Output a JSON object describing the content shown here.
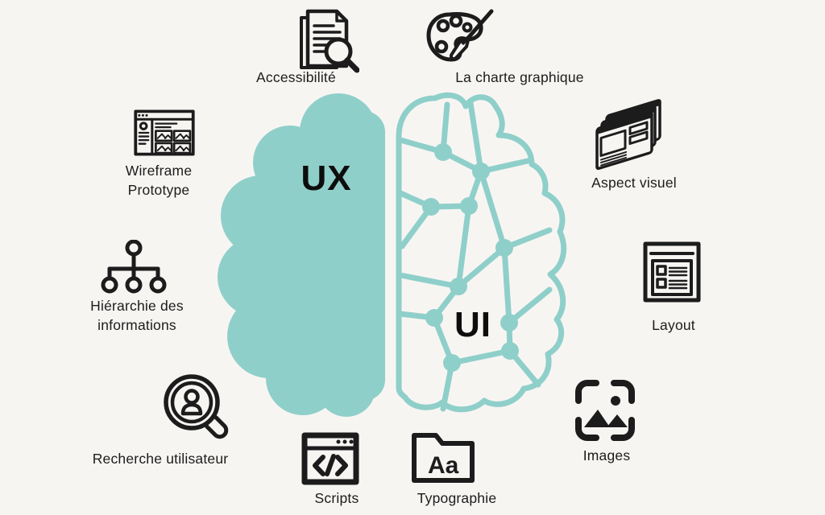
{
  "page": {
    "background": "#f7f5f2",
    "teal": "#8fcfca",
    "ink": "#1c1c1c"
  },
  "brain": {
    "left_label": "UX",
    "right_label": "UI",
    "left_icon": "brain-left-solid-half",
    "right_icon": "brain-right-network-half"
  },
  "items": [
    {
      "id": "accessibilite",
      "label": "Accessibilité",
      "icon": "document-magnifier-icon"
    },
    {
      "id": "charte",
      "label": "La charte graphique",
      "icon": "palette-brush-icon"
    },
    {
      "id": "wireframe",
      "label": "Wireframe",
      "label2": "Prototype",
      "icon": "browser-wireframe-icon"
    },
    {
      "id": "aspect",
      "label": "Aspect visuel",
      "icon": "stacked-cards-icon"
    },
    {
      "id": "hierarchie",
      "label": "Hiérarchie des",
      "label2": "informations",
      "icon": "hierarchy-tree-icon"
    },
    {
      "id": "layout",
      "label": "Layout",
      "icon": "layout-window-icon"
    },
    {
      "id": "recherche",
      "label": "Recherche utilisateur",
      "icon": "user-search-icon"
    },
    {
      "id": "images",
      "label": "Images",
      "icon": "image-frame-icon"
    },
    {
      "id": "scripts",
      "label": "Scripts",
      "icon": "code-window-icon"
    },
    {
      "id": "typographie",
      "label": "Typographie",
      "icon": "typography-folder-icon",
      "icon_text": "Aa"
    }
  ]
}
